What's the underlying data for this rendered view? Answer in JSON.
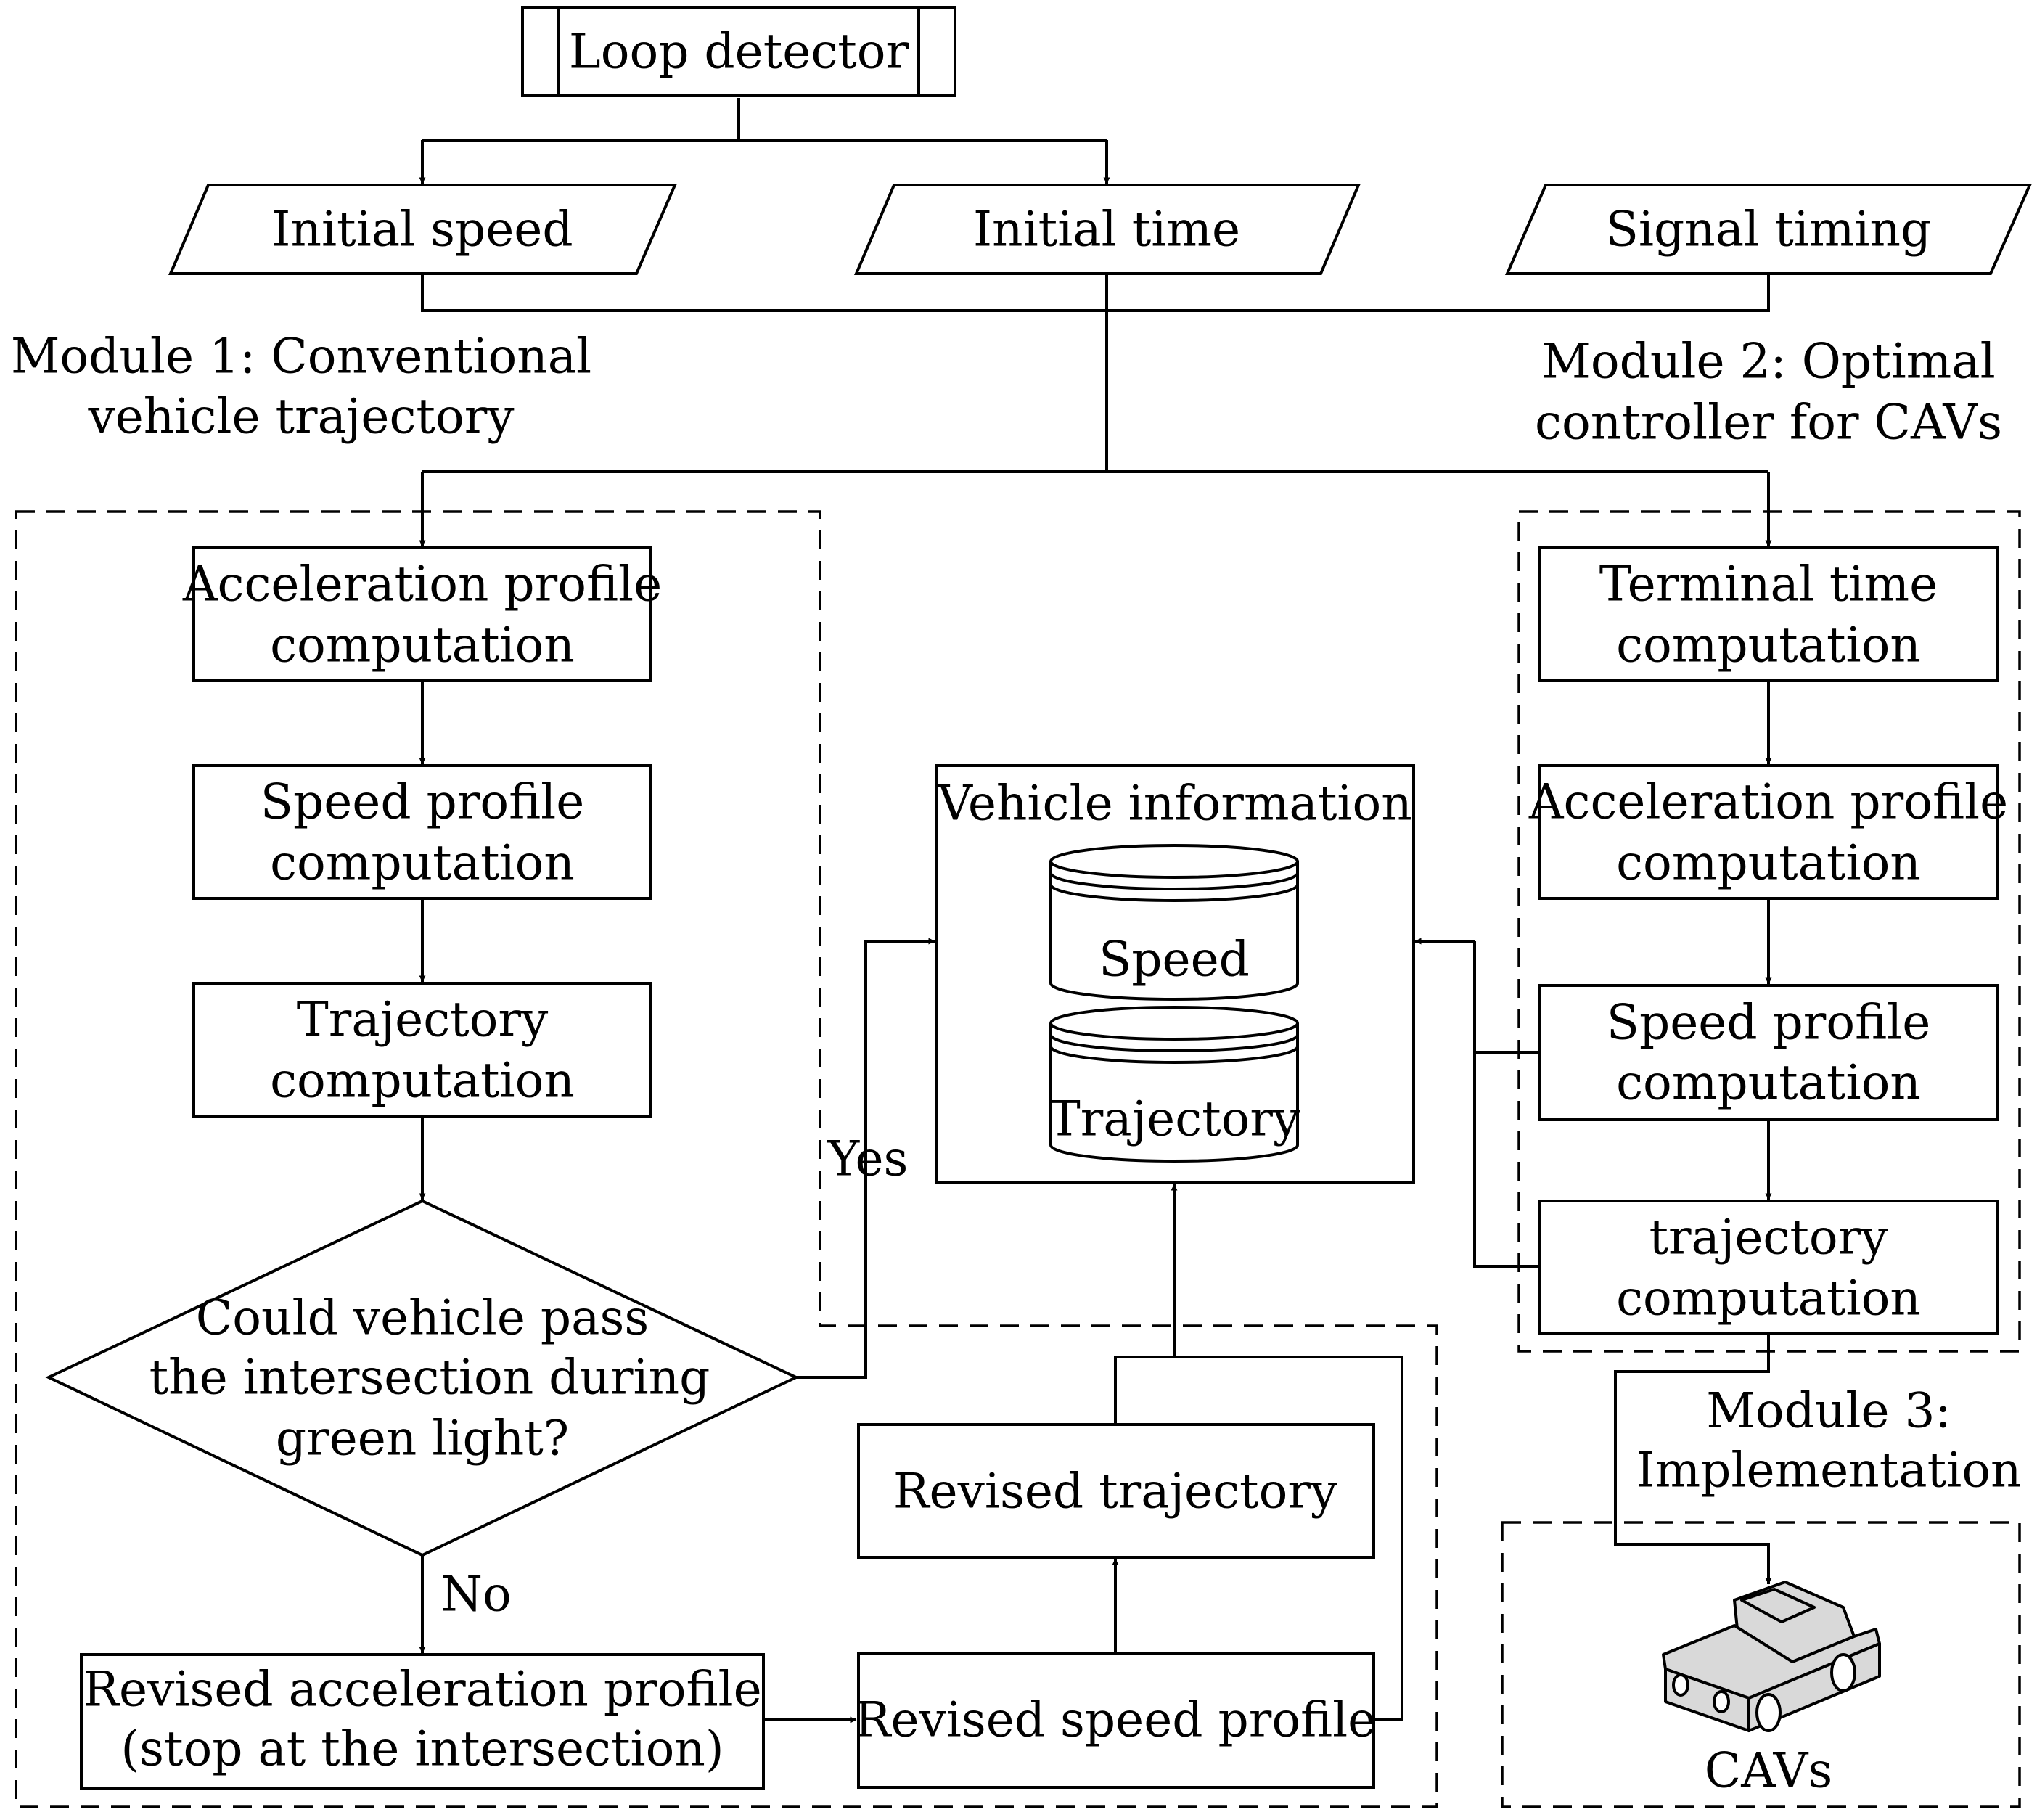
{
  "diagram": {
    "loop_detector": "Loop detector",
    "initial_speed": "Initial speed",
    "initial_time": "Initial time",
    "signal_timing": "Signal timing",
    "module1": {
      "line1": "Module 1: Conventional",
      "line2": "vehicle trajectory"
    },
    "module2": {
      "line1": "Module 2: Optimal",
      "line2": "controller for CAVs"
    },
    "module3": {
      "line1": "Module 3:",
      "line2": "Implementation"
    },
    "m1_accel": {
      "line1": "Acceleration profile",
      "line2": "computation"
    },
    "m1_speed": {
      "line1": "Speed profile",
      "line2": "computation"
    },
    "m1_traj": {
      "line1": "Trajectory",
      "line2": "computation"
    },
    "decision": {
      "line1": "Could vehicle pass",
      "line2": "the intersection during",
      "line3": "green light?"
    },
    "yes": "Yes",
    "no": "No",
    "revised_accel": {
      "line1": "Revised acceleration profile",
      "line2": "(stop at the intersection)"
    },
    "revised_speed": "Revised speed profile",
    "revised_traj": "Revised trajectory",
    "vehicle_info": "Vehicle information",
    "db_speed": "Speed",
    "db_trajectory": "Trajectory",
    "m2_terminal": {
      "line1": "Terminal time",
      "line2": "computation"
    },
    "m2_accel": {
      "line1": "Acceleration profile",
      "line2": "computation"
    },
    "m2_speed": {
      "line1": "Speed profile",
      "line2": "computation"
    },
    "m2_traj": {
      "line1": "trajectory",
      "line2": "computation"
    },
    "cavs": "CAVs"
  },
  "icons": {
    "database": "database-cylinder-icon",
    "car": "car-icon"
  }
}
